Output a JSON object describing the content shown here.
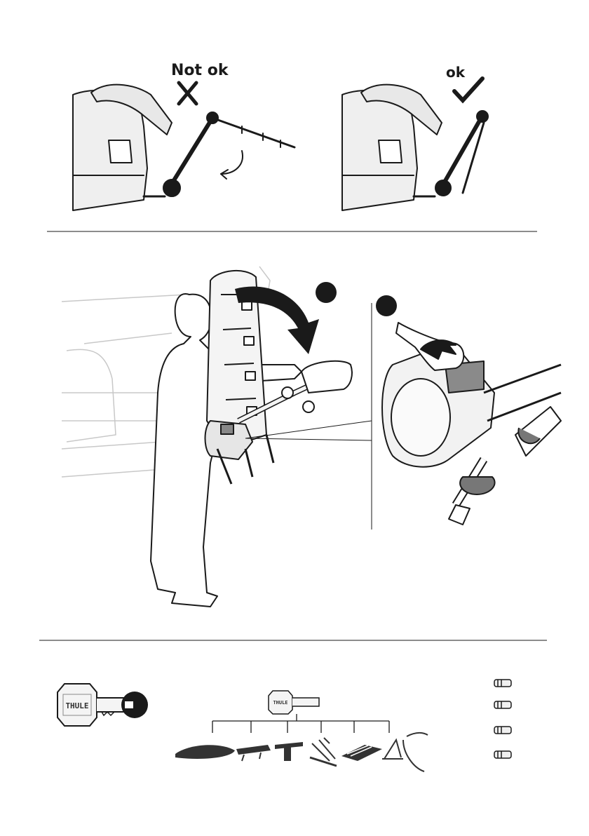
{
  "panel_top": {
    "left_label": "Not ok",
    "right_label": "ok"
  },
  "panel_middle": {
    "marker_1": "",
    "marker_2": ""
  },
  "panel_bottom": {
    "key_brand": "THULE",
    "small_key_brand": "THULE",
    "accessory_icons": [
      "roof-box-icon",
      "ski-carrier-icon",
      "bike-mount-icon",
      "bike-carrier-icon",
      "platform-carrier-icon",
      "towbar-carrier-icon"
    ],
    "lock_cylinder_count": 4
  }
}
